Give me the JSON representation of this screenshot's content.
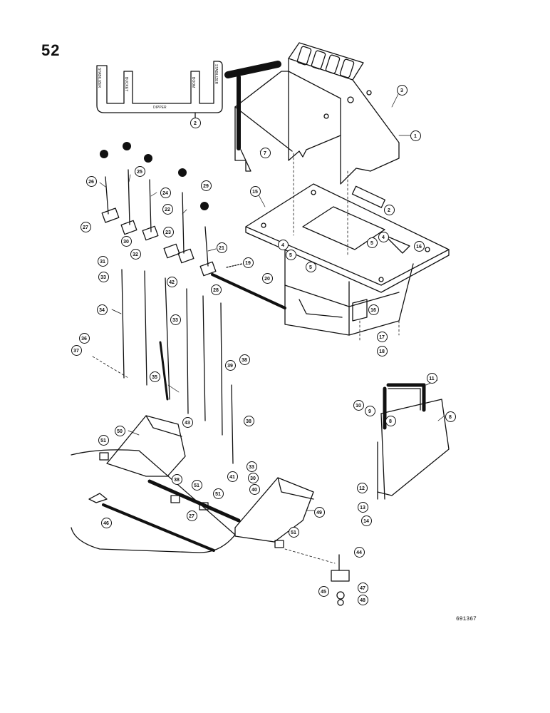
{
  "page_number": "52",
  "figure_code": "691367",
  "decal_labels": [
    "DIPPER",
    "BUCKET",
    "BOOM",
    "STABILIZER",
    "STABILIZER"
  ],
  "callouts": [
    "1",
    "2",
    "2",
    "3",
    "4",
    "4",
    "5",
    "5",
    "5",
    "7",
    "8",
    "8",
    "9",
    "10",
    "11",
    "12",
    "13",
    "14",
    "15",
    "16",
    "16",
    "17",
    "18",
    "19",
    "20",
    "21",
    "22",
    "23",
    "24",
    "25",
    "26",
    "27",
    "27",
    "28",
    "29",
    "30",
    "30",
    "31",
    "32",
    "33",
    "33",
    "33",
    "34",
    "35",
    "36",
    "37",
    "38",
    "38",
    "38",
    "39",
    "40",
    "41",
    "42",
    "43",
    "44",
    "45",
    "46",
    "47",
    "48",
    "49",
    "50",
    "51",
    "51",
    "51",
    "51"
  ]
}
